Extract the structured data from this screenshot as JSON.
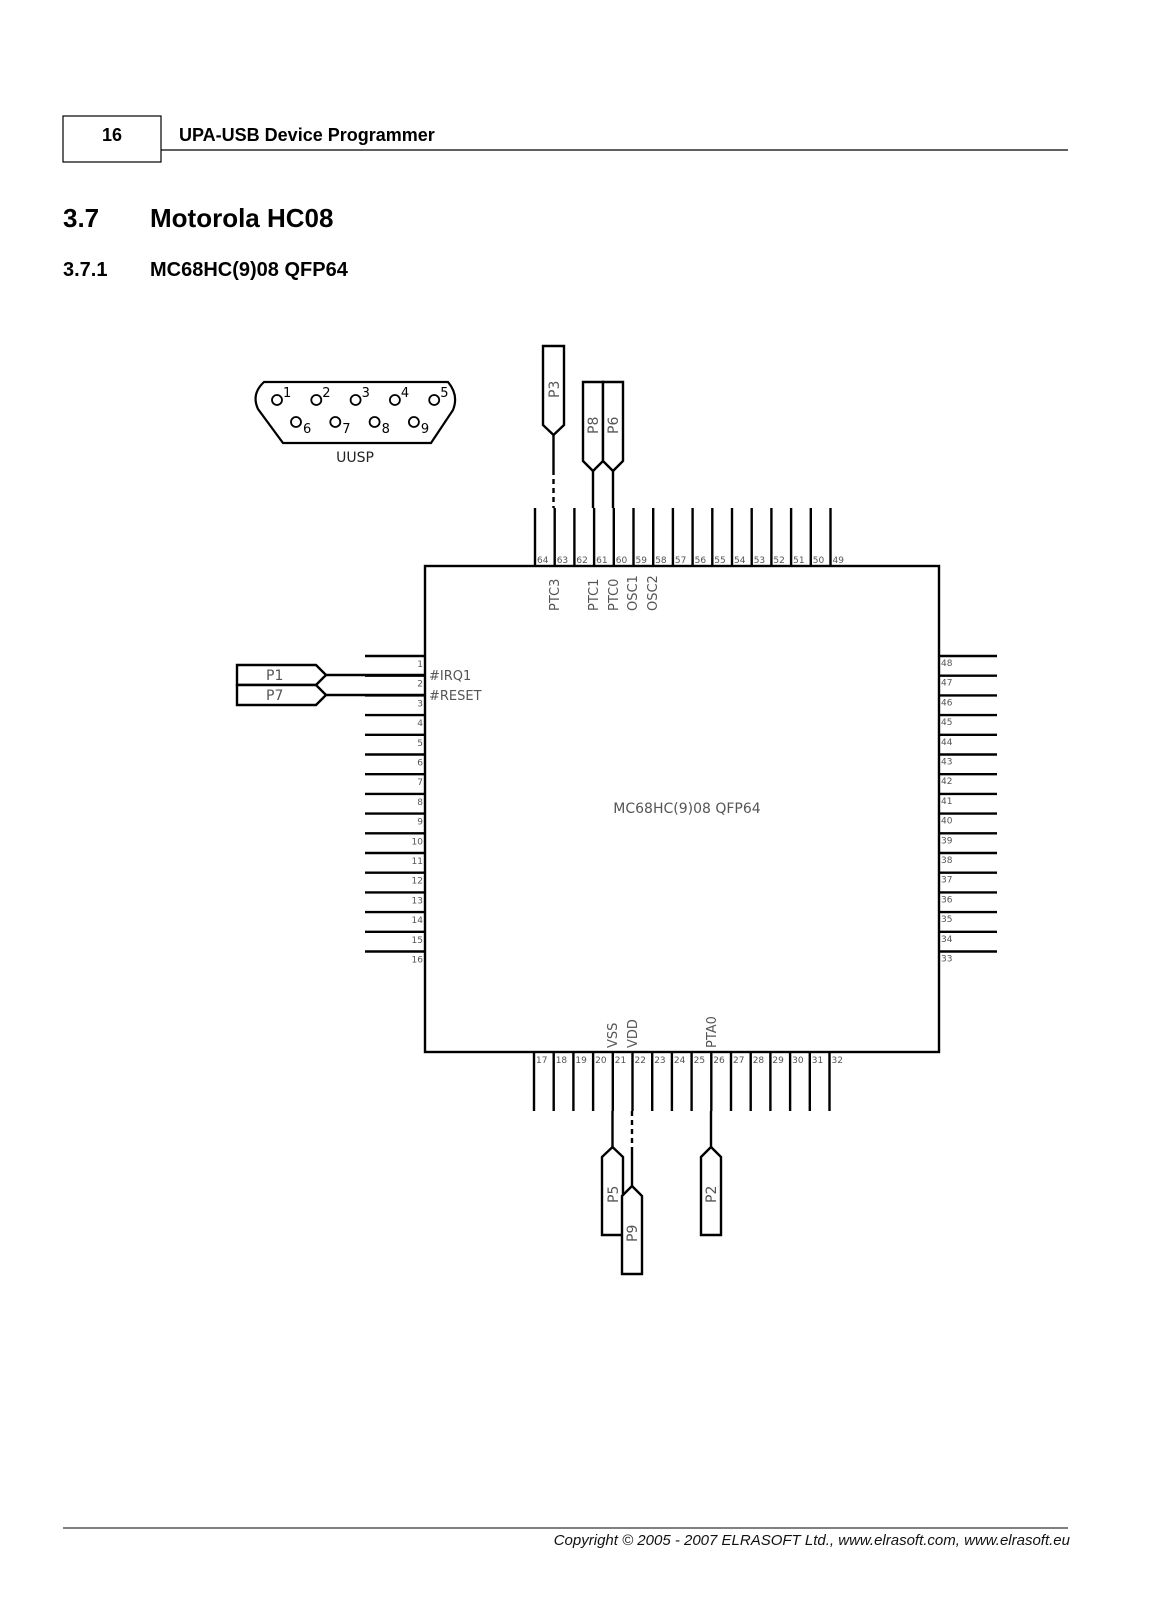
{
  "header": {
    "page_number": "16",
    "title": "UPA-USB Device Programmer"
  },
  "section": {
    "number": "3.7",
    "title": "Motorola HC08"
  },
  "subsection": {
    "number": "3.7.1",
    "title": "MC68HC(9)08 QFP64"
  },
  "diagram": {
    "chip_label": "MC68HC(9)08 QFP64",
    "connector": {
      "label": "UUSP",
      "top_pins": [
        "1",
        "2",
        "3",
        "4",
        "5"
      ],
      "bottom_pins": [
        "6",
        "7",
        "8",
        "9"
      ]
    },
    "top_pins": [
      "64",
      "63",
      "62",
      "61",
      "60",
      "59",
      "58",
      "57",
      "56",
      "55",
      "54",
      "53",
      "52",
      "51",
      "50",
      "49"
    ],
    "bottom_pins": [
      "17",
      "18",
      "19",
      "20",
      "21",
      "22",
      "23",
      "24",
      "25",
      "26",
      "27",
      "28",
      "29",
      "30",
      "31",
      "32"
    ],
    "left_pins": [
      "1",
      "2",
      "3",
      "4",
      "5",
      "6",
      "7",
      "8",
      "9",
      "10",
      "11",
      "12",
      "13",
      "14",
      "15",
      "16"
    ],
    "right_pins": [
      "48",
      "47",
      "46",
      "45",
      "44",
      "43",
      "42",
      "41",
      "40",
      "39",
      "38",
      "37",
      "36",
      "35",
      "34",
      "33"
    ],
    "signals": {
      "ptc3": "PTC3",
      "ptc1": "PTC1",
      "ptc0": "PTC0",
      "osc1": "OSC1",
      "osc2": "OSC2",
      "irq1": "#IRQ1",
      "reset": "#RESET",
      "vss": "VSS",
      "vdd": "VDD",
      "pta0": "PTA0"
    },
    "probes": {
      "p1": "P1",
      "p2": "P2",
      "p3": "P3",
      "p5": "P5",
      "p6": "P6",
      "p7": "P7",
      "p8": "P8",
      "p9": "P9"
    }
  },
  "footer": {
    "copyright": "Copyright © 2005 - 2007 ELRASOFT Ltd., www.elrasoft.com, www.elrasoft.eu"
  }
}
